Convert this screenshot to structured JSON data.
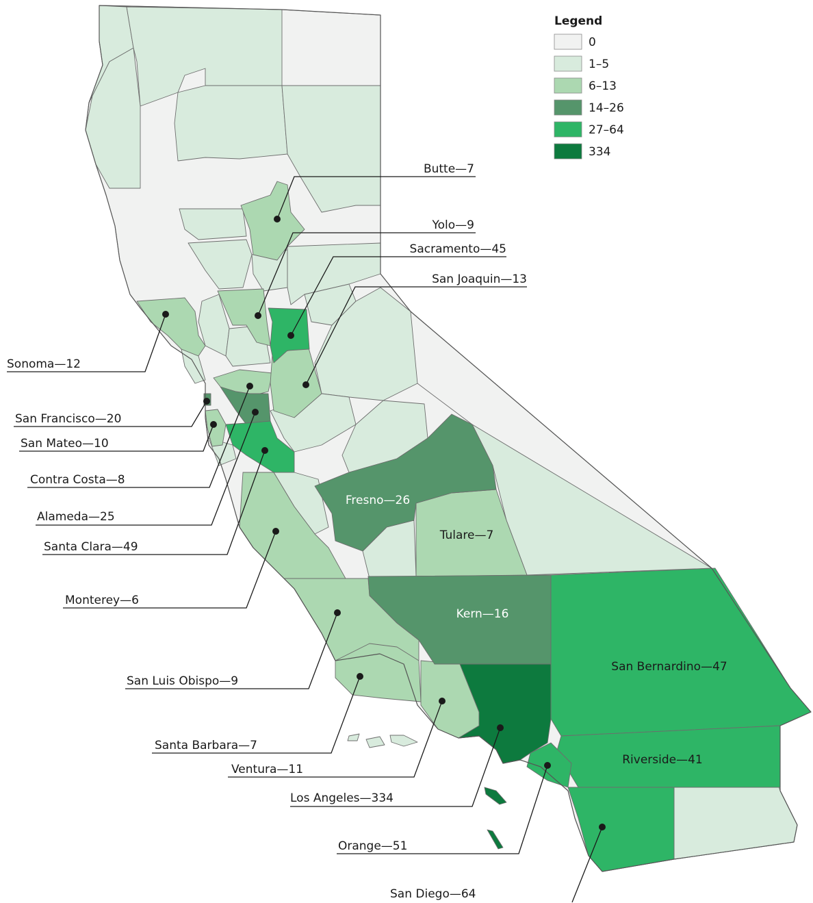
{
  "colors": {
    "bin_0": "#f1f2f1",
    "bin_1_5": "#d8ebdd",
    "bin_6_13": "#acd8b1",
    "bin_14_26": "#55956b",
    "bin_27_64": "#2eb566",
    "bin_334": "#0d7a3e"
  },
  "legend": {
    "title": "Legend",
    "items": [
      {
        "label": "0",
        "color_key": "bin_0"
      },
      {
        "label": "1–5",
        "color_key": "bin_1_5"
      },
      {
        "label": "6–13",
        "color_key": "bin_6_13"
      },
      {
        "label": "14–26",
        "color_key": "bin_14_26"
      },
      {
        "label": "27–64",
        "color_key": "bin_27_64"
      },
      {
        "label": "334",
        "color_key": "bin_334"
      }
    ]
  },
  "callouts": [
    {
      "id": "butte",
      "text": "Butte—7"
    },
    {
      "id": "yolo",
      "text": "Yolo—9"
    },
    {
      "id": "sacramento",
      "text": "Sacramento—45"
    },
    {
      "id": "san-joaquin",
      "text": "San Joaquin—13"
    },
    {
      "id": "sonoma",
      "text": "Sonoma—12"
    },
    {
      "id": "san-francisco",
      "text": "San Francisco—20"
    },
    {
      "id": "san-mateo",
      "text": "San Mateo—10"
    },
    {
      "id": "contra-costa",
      "text": "Contra Costa—8"
    },
    {
      "id": "alameda",
      "text": "Alameda—25"
    },
    {
      "id": "santa-clara",
      "text": "Santa Clara—49"
    },
    {
      "id": "monterey",
      "text": "Monterey—6"
    },
    {
      "id": "san-luis-obispo",
      "text": "San Luis Obispo—9"
    },
    {
      "id": "santa-barbara",
      "text": "Santa Barbara—7"
    },
    {
      "id": "ventura",
      "text": "Ventura—11"
    },
    {
      "id": "los-angeles",
      "text": "Los Angeles—334"
    },
    {
      "id": "orange",
      "text": "Orange—51"
    },
    {
      "id": "san-diego",
      "text": "San Diego—64"
    }
  ],
  "inline_labels": [
    {
      "id": "fresno",
      "text": "Fresno—26"
    },
    {
      "id": "tulare",
      "text": "Tulare—7"
    },
    {
      "id": "kern",
      "text": "Kern—16"
    },
    {
      "id": "san-bernardino",
      "text": "San Bernardino—47"
    },
    {
      "id": "riverside",
      "text": "Riverside—41"
    }
  ]
}
